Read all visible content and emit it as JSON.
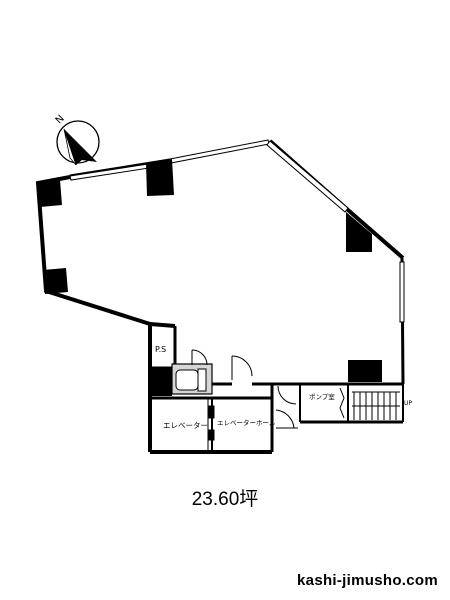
{
  "labels": {
    "ps": "P.S",
    "elevator": "エレベーター",
    "elevator_hall": "エレベーターホール",
    "pump_room": "ポンプ室",
    "up": "UP",
    "compass_n": "N"
  },
  "area": "23.60坪",
  "website": "kashi-jimusho.com"
}
